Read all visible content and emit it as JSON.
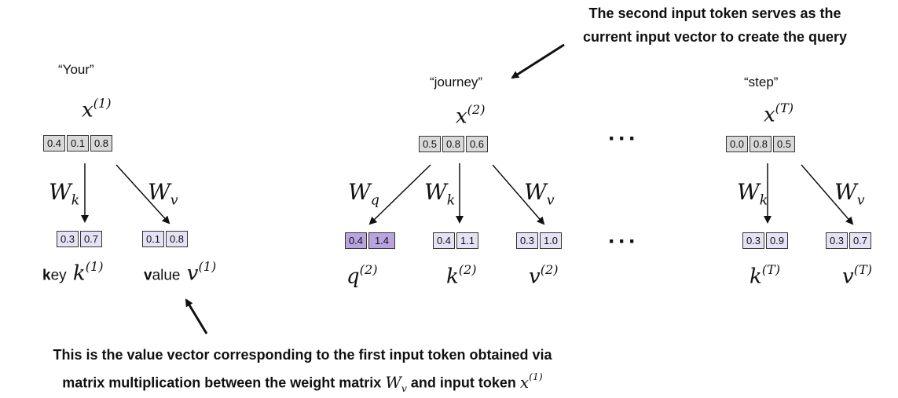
{
  "tokens": [
    {
      "word": "“Your”",
      "x_sym": "x",
      "x_sup": "(1)",
      "values": [
        "0.4",
        "0.1",
        "0.8"
      ],
      "key_word_bold": "k",
      "key_word_rest": "ey",
      "key_sym": "k",
      "key_sup": "(1)",
      "key_values": [
        "0.3",
        "0.7"
      ],
      "value_word_bold": "v",
      "value_word_rest": "alue",
      "value_sym": "v",
      "value_sup": "(1)",
      "value_values": [
        "0.1",
        "0.8"
      ]
    },
    {
      "word": "“journey”",
      "x_sym": "x",
      "x_sup": "(2)",
      "values": [
        "0.5",
        "0.8",
        "0.6"
      ],
      "query_sym": "q",
      "query_sup": "(2)",
      "query_values": [
        "0.4",
        "1.4"
      ],
      "key_sym": "k",
      "key_sup": "(2)",
      "key_values": [
        "0.4",
        "1.1"
      ],
      "value_sym": "v",
      "value_sup": "(2)",
      "value_values": [
        "0.3",
        "1.0"
      ]
    },
    {
      "word": "“step”",
      "x_sym": "x",
      "x_sup": "(T)",
      "values": [
        "0.0",
        "0.8",
        "0.5"
      ],
      "key_sym": "k",
      "key_sup": "(T)",
      "key_values": [
        "0.3",
        "0.9"
      ],
      "value_sym": "v",
      "value_sup": "(T)",
      "value_values": [
        "0.3",
        "0.7"
      ]
    }
  ],
  "weights": {
    "wq_base": "W",
    "wq_sub": "q",
    "wk_base": "W",
    "wk_sub": "k",
    "wv_base": "W",
    "wv_sub": "v"
  },
  "ellipsis": "···",
  "annotations": {
    "top_line1": "The second input token serves as the",
    "top_line2": "current input vector to create the query",
    "bottom_line1": "This is the value vector corresponding to the first input token obtained via",
    "bottom_line2_a": "matrix multiplication between the weight matrix",
    "bottom_line2_b": "and input token",
    "bottom_w_base": "W",
    "bottom_w_sub": "v",
    "bottom_x_sym": "x",
    "bottom_x_sup": "(1)"
  }
}
